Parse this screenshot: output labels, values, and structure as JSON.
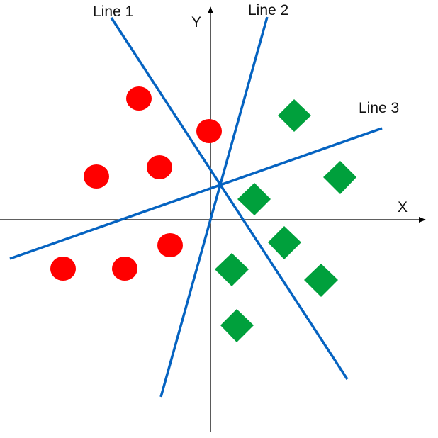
{
  "axes": {
    "x_label": "X",
    "y_label": "Y",
    "color": "#000000"
  },
  "lines": [
    {
      "label": "Line 1"
    },
    {
      "label": "Line 2"
    },
    {
      "label": "Line 3"
    }
  ],
  "colors": {
    "line": "#0563C1",
    "circle_class": "#FF0000",
    "diamond_class": "#00A03C"
  },
  "shapes": {
    "circle": "ellipse",
    "diamond": "diamond"
  }
}
